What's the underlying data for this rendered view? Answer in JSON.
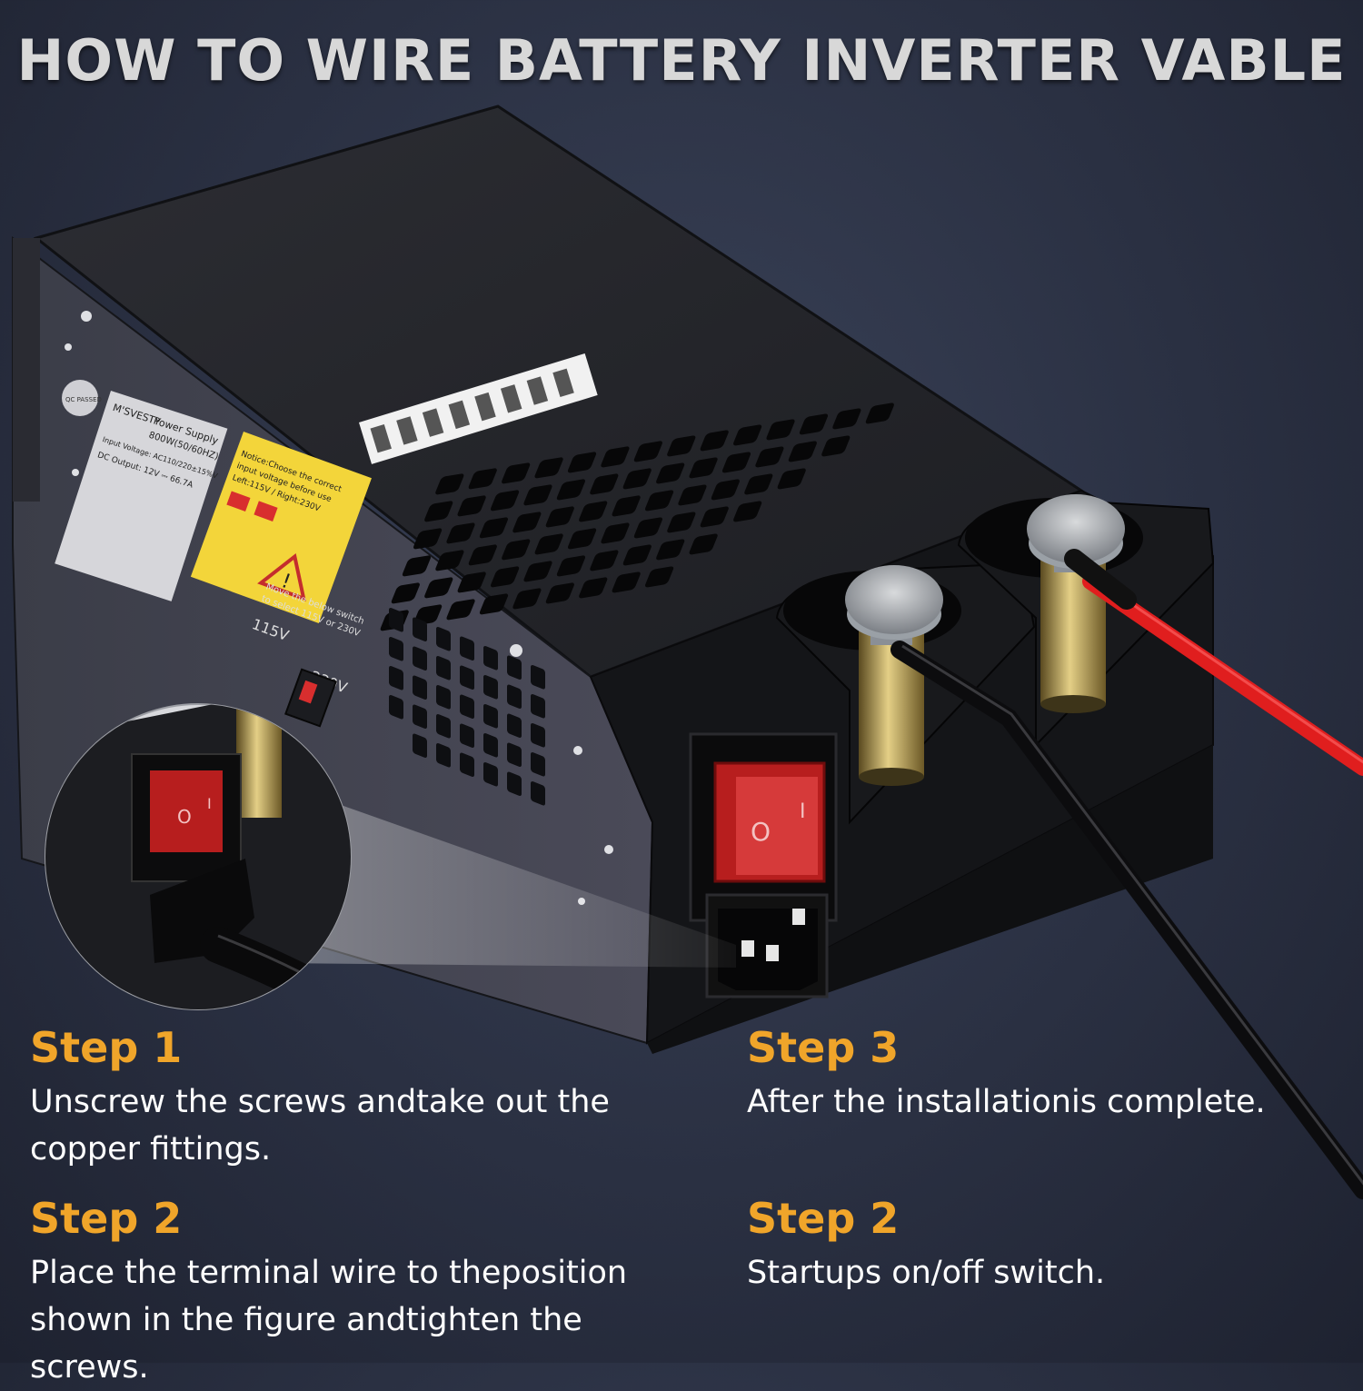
{
  "title": "HOW TO WIRE BATTERY INVERTER VABLE",
  "device": {
    "brand": "M'SVESTY",
    "label_title": "Power Supply",
    "label_power": "800W(50/60HZ)",
    "label_input": "Input Voltage: AC110/220±15%V",
    "label_output": "DC Output:   12V ⎓ 66.7A",
    "qc_mark": "QC PASSED",
    "notice_line1": "Notice:Choose the correct",
    "notice_line2": "input voltage before use",
    "notice_line3": "Left:115V / Right:230V",
    "switch_note1": "Move the below switch",
    "switch_note2": "to select 115V or 230V",
    "switch_115": "115V",
    "switch_230": "230V",
    "rocker_on": "I",
    "rocker_off": "O"
  },
  "steps": [
    {
      "heading": "Step 1",
      "text": "Unscrew the screws andtake out the copper fittings."
    },
    {
      "heading": "Step 2",
      "text": "Place the terminal wire to theposition shown in the figure andtighten the screws."
    },
    {
      "heading": "Step 3",
      "text": "After the installationis complete."
    },
    {
      "heading": "Step 2",
      "text": "Startups on/off switch."
    }
  ],
  "colors": {
    "heading": "#f0a52a",
    "body_text": "#ffffff",
    "background": "#2a3042",
    "cable_red": "#e01e1e"
  }
}
